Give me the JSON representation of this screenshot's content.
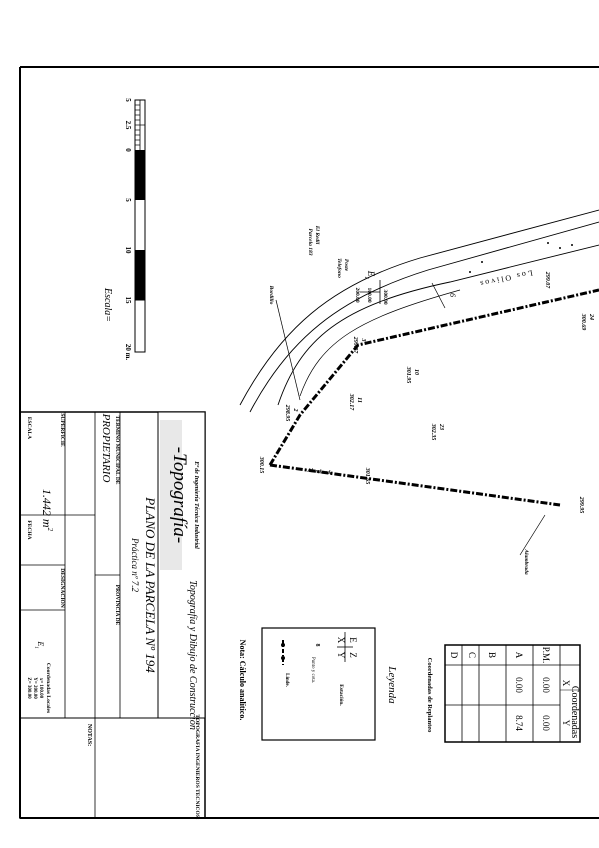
{
  "scale_bar": {
    "ticks": [
      "5",
      "2.5",
      "0",
      "5",
      "10",
      "15",
      "20 m."
    ],
    "label": "Escala="
  },
  "title_block": {
    "school": "Eª de Ingeniería Técnica Industrial",
    "logo_text": "-Topografía-",
    "course": "Topografía y Dibujo de Construcción",
    "plan_title": "PLANO DE LA PARCELA Nº 194",
    "practice": "Práctica nº 7.2",
    "municipality_label": "TERMINO MUNICIPAL DE",
    "province_label": "PROVINCIA DE",
    "owner_label": "PROPIETARIO",
    "area_label": "SUPERFICIE",
    "area_value": "1.442",
    "area_unit": "m",
    "area_exp": "2",
    "designation_label": "DESIGNACION",
    "scale_label": "ESCALA",
    "date_label": "FECHA",
    "local_coords_title": "Coordenadas Locales",
    "local_coords_point": "E",
    "local_coords_sub": "1",
    "local_x": "x= 100.00",
    "local_y": "Y= 200.00",
    "local_z": "Z= 300.00",
    "tech_label": "TOPOGRAFIA INGENIEROS TECNICOS:",
    "notes_label": "NOTAS:"
  },
  "stakeout_table": {
    "caption": "Coordenadas de Replanteo",
    "header": "Coordenadas",
    "col_x": "X",
    "col_y": "Y",
    "rows": [
      {
        "point": "P.M.",
        "x": "0.00",
        "y": "0.00"
      },
      {
        "point": "A",
        "x": "0.00",
        "y": "8.74"
      },
      {
        "point": "B",
        "x": "",
        "y": ""
      },
      {
        "point": "C",
        "x": "",
        "y": ""
      },
      {
        "point": "D",
        "x": "",
        "y": ""
      }
    ]
  },
  "legend": {
    "title": "Leyenda",
    "e": "E",
    "z": "Z",
    "x": "X",
    "y": "Y",
    "station_label": "Estación.",
    "marker": "8",
    "marker_label": "Punto y cota.",
    "fence_label": "Linde."
  },
  "note": "Nota: Cálculo analítico.",
  "map": {
    "road_name": "Los Olivos",
    "street_width": "6",
    "station": "E",
    "station_sub": "1",
    "station_x": "100.00",
    "station_y": "200.00",
    "station_z": "300.00",
    "neighbor_label": "El Redil\nParcela 183",
    "neighbor_line1": "El Redil",
    "neighbor_line2": "Parcela 183",
    "pole_line1": "Poste",
    "pole_line2": "Telefono",
    "curb_label": "Bordillo",
    "fence_label_1": "Alambrada",
    "fence_label_2": "Alambrada",
    "points": [
      {
        "n": "24",
        "z": "300.69"
      },
      {
        "n": "",
        "z": "299.07"
      },
      {
        "n": "10",
        "z": "301.95"
      },
      {
        "n": "11",
        "z": "302.17"
      },
      {
        "n": "3",
        "z": "299.87"
      },
      {
        "n": "23",
        "z": "302.35"
      },
      {
        "n": "2",
        "z": "298.95"
      },
      {
        "n": "",
        "z": "300.15"
      },
      {
        "n": "",
        "z": "301.65"
      },
      {
        "n": "",
        "z": "299.95"
      }
    ]
  }
}
